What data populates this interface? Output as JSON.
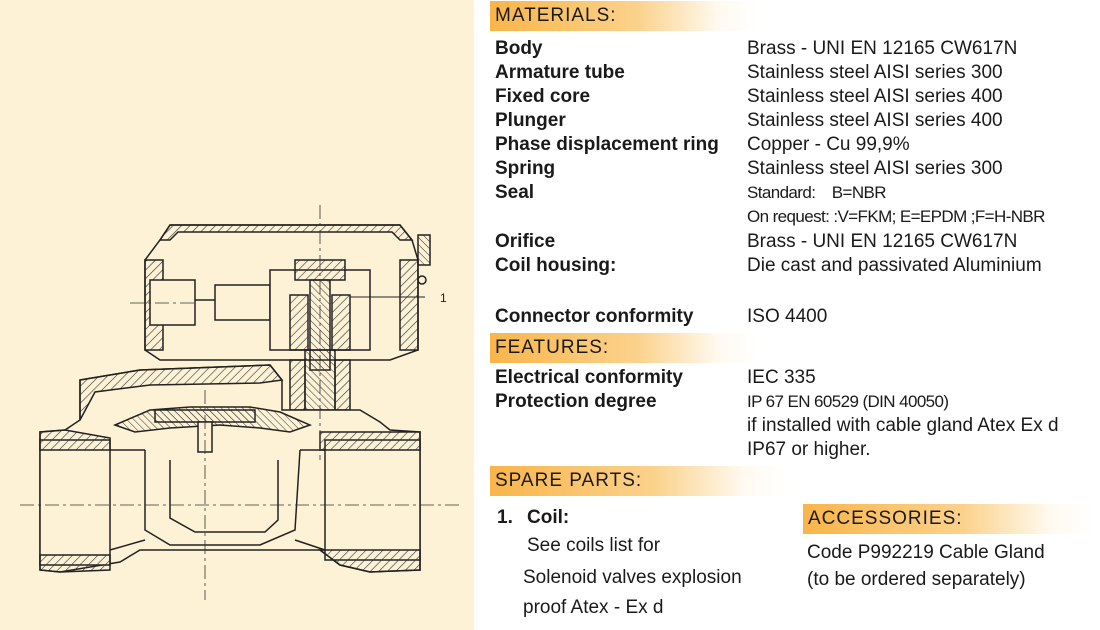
{
  "materials": {
    "header": "MATERIALS:",
    "rows": [
      {
        "label": "Body",
        "value": "Brass - UNI EN 12165 CW617N"
      },
      {
        "label": "Armature tube",
        "value": "Stainless steel AISI series 300"
      },
      {
        "label": "Fixed core",
        "value": "Stainless steel AISI series 400"
      },
      {
        "label": "Plunger",
        "value": "Stainless steel AISI series 400"
      },
      {
        "label": "Phase displacement ring",
        "value": "Copper - Cu 99,9%"
      },
      {
        "label": "Spring",
        "value": "Stainless steel AISI series 300"
      },
      {
        "label": "Seal",
        "value": "Standard:    B=NBR"
      }
    ],
    "seal_extra": "On request: :V=FKM; E=EPDM ;F=H-NBR",
    "rows2": [
      {
        "label": "Orifice",
        "value": "Brass - UNI EN 12165 CW617N"
      },
      {
        "label": "Coil housing:",
        "value": "Die cast and passivated Aluminium"
      }
    ],
    "connector": {
      "label": "Connector conformity",
      "value": "ISO 4400"
    }
  },
  "features": {
    "header": "FEATURES:",
    "electrical": {
      "label": "Electrical conformity",
      "value": "IEC 335"
    },
    "protection": {
      "label": "Protection degree",
      "value": "IP 67 EN 60529 (DIN 40050)",
      "extra1": "if installed with cable gland Atex Ex d",
      "extra2": "IP67 or higher."
    }
  },
  "spare_parts": {
    "header": "SPARE PARTS:",
    "item_number": "1.",
    "item_title": "Coil:",
    "lines": [
      "See coils list for",
      "Solenoid valves explosion",
      "proof Atex - Ex d"
    ]
  },
  "accessories": {
    "header": "ACCESSORIES:",
    "line1": "Code P992219  Cable Gland",
    "line2": "(to be ordered separately)"
  },
  "drawing": {
    "callout": "1"
  }
}
